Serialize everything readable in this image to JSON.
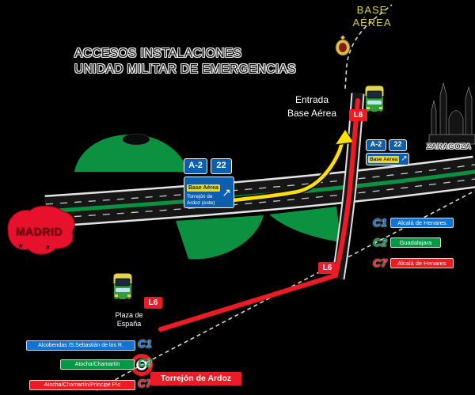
{
  "title": {
    "line1": "ACCESOS INSTALACIONES",
    "line2": "UNIDAD MILITAR DE EMERGENCIAS"
  },
  "top_right": {
    "base_line1": "BASE",
    "base_line2": "AÉREA"
  },
  "entrada": {
    "line1": "Entrada",
    "line2": "Base Aérea",
    "badge": "L6"
  },
  "cities": {
    "madrid": "MADRID",
    "zaragoza": "ZARAGOZA"
  },
  "signs": {
    "main_exit": {
      "road": "A-2",
      "exit": "22",
      "dest_primary": "Base Aérea",
      "dest_secondary_line1": "Torrejón de",
      "dest_secondary_line2": "Ardoz (este)"
    },
    "east_exit": {
      "road": "A-2",
      "exit": "22",
      "dest_primary": "Base Aérea"
    }
  },
  "bus_route": {
    "badge": "L6",
    "stop_line1": "Plaza de",
    "stop_line2": "España"
  },
  "legend": {
    "c1": {
      "line": "C1",
      "label": "Alcalá de Henares",
      "color": "#1173d4"
    },
    "c2": {
      "line": "C2",
      "label": "Guadalajara",
      "color": "#009a44"
    },
    "c7": {
      "line": "C7",
      "label": "Alcalá de Henares",
      "color": "#ed1c24"
    }
  },
  "stations": {
    "c1": {
      "line": "C1",
      "label": "Alcobendas /S.Sebastián de los R.",
      "color": "#1173d4"
    },
    "c2": {
      "line": "C2",
      "label": "Atocha/Chamartín",
      "color": "#009a44"
    },
    "c7": {
      "line": "C7",
      "label": "Atocha/Chamartín/Príncipe Pío",
      "color": "#ed1c24"
    }
  },
  "destination_box": {
    "label": "Torrejón de Ardoz",
    "color": "#ed1c24"
  },
  "glyphs": {
    "arrow_up_right": "↗",
    "star": "★"
  },
  "colors": {
    "background": "#000000",
    "sign_blue": "#0d5eac",
    "grass_green": "#0c9140",
    "route_red": "#ed1c24",
    "route_yellow": "#ffe000",
    "base_label_yellow": "#dbcf52"
  }
}
